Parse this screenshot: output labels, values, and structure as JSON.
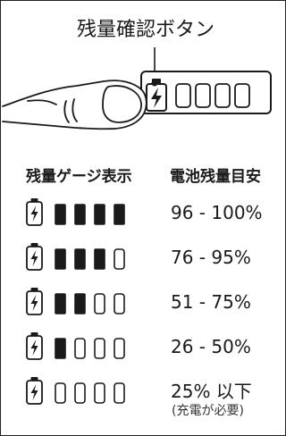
{
  "title": "残量確認ボタン",
  "headers": {
    "gauge": "残量ゲージ表示",
    "level": "電池残量目安"
  },
  "rows": [
    {
      "filled": 4,
      "label": "96 - 100%",
      "note": ""
    },
    {
      "filled": 3,
      "label": "76 - 95%",
      "note": ""
    },
    {
      "filled": 2,
      "label": "51 - 75%",
      "note": ""
    },
    {
      "filled": 1,
      "label": "26 - 50%",
      "note": ""
    },
    {
      "filled": 0,
      "label": "25% 以下",
      "note": "(充電が必要)"
    }
  ],
  "colors": {
    "ink": "#1a1a1a",
    "border": "#222222"
  },
  "icons": [
    "finger-illustration",
    "battery-lightning-icon",
    "charge-segment"
  ]
}
